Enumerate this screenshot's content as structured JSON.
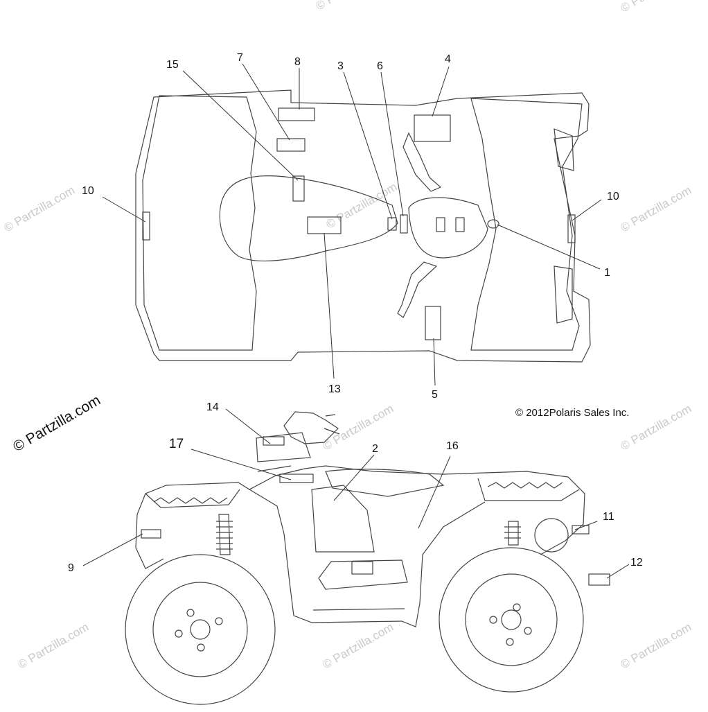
{
  "copyright": "© 2012Polaris Sales Inc.",
  "brand_watermark": "© Partzilla.com",
  "watermark_text": "© Partzilla.com",
  "top_view": {
    "callouts": [
      "1",
      "3",
      "4",
      "5",
      "6",
      "7",
      "8",
      "10",
      "10",
      "13",
      "15"
    ]
  },
  "side_view": {
    "callouts": [
      "2",
      "9",
      "11",
      "12",
      "14",
      "16",
      "17"
    ]
  },
  "colors": {
    "line": "#333333",
    "watermark": "#c9c9c9",
    "text": "#111111"
  }
}
